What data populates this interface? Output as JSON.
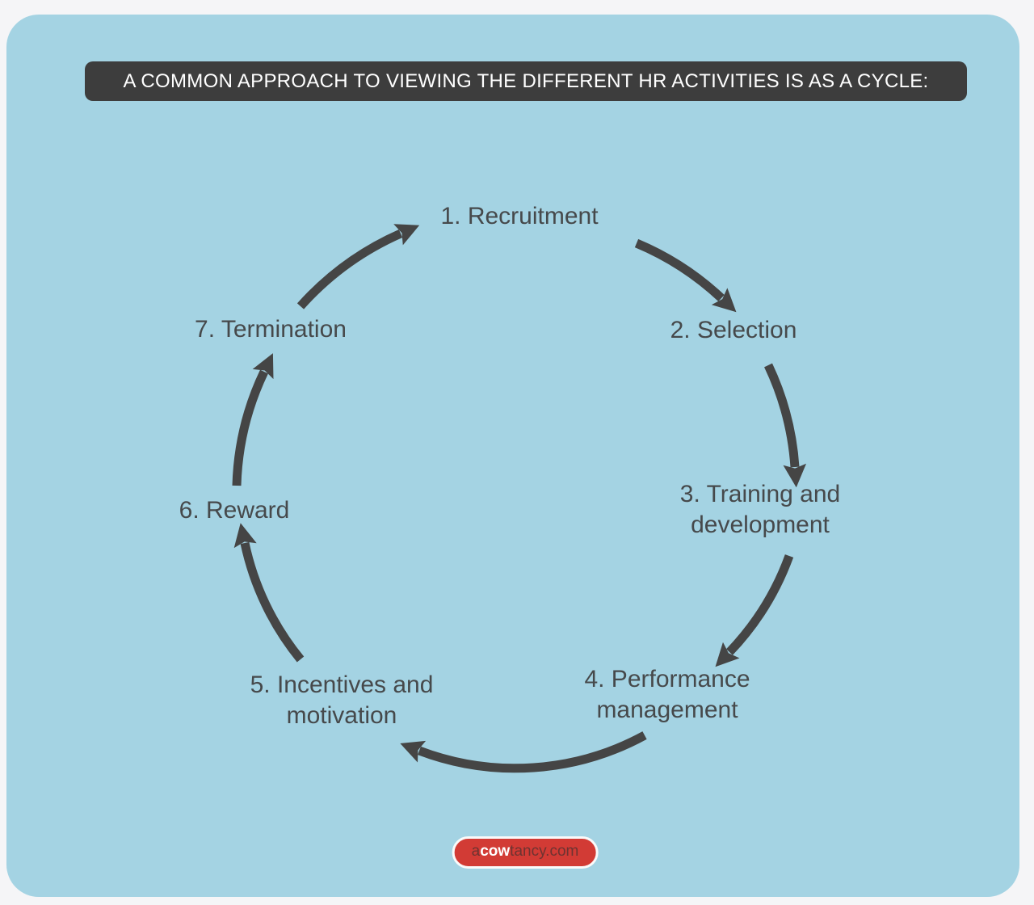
{
  "title": "A COMMON APPROACH TO VIEWING THE DIFFERENT HR ACTIVITIES IS AS A CYCLE:",
  "cycle": {
    "steps": [
      {
        "label": "1. Recruitment"
      },
      {
        "label": "2. Selection"
      },
      {
        "label": "3. Training and\ndevelopment"
      },
      {
        "label": "4. Performance\nmanagement"
      },
      {
        "label": "5. Incentives and\nmotivation"
      },
      {
        "label": "6. Reward"
      },
      {
        "label": "7. Termination"
      }
    ]
  },
  "badge": {
    "prefix": "a",
    "brand": "cow",
    "suffix": "tancy.com"
  },
  "colors": {
    "page_bg": "#f5f5f7",
    "panel_blue": "#a4d3e3",
    "banner_dark": "#3d3d3d",
    "text_dark": "#46494b",
    "arrow": "#454545",
    "badge_red": "#d23b35",
    "badge_text_dark": "#6e3331"
  }
}
